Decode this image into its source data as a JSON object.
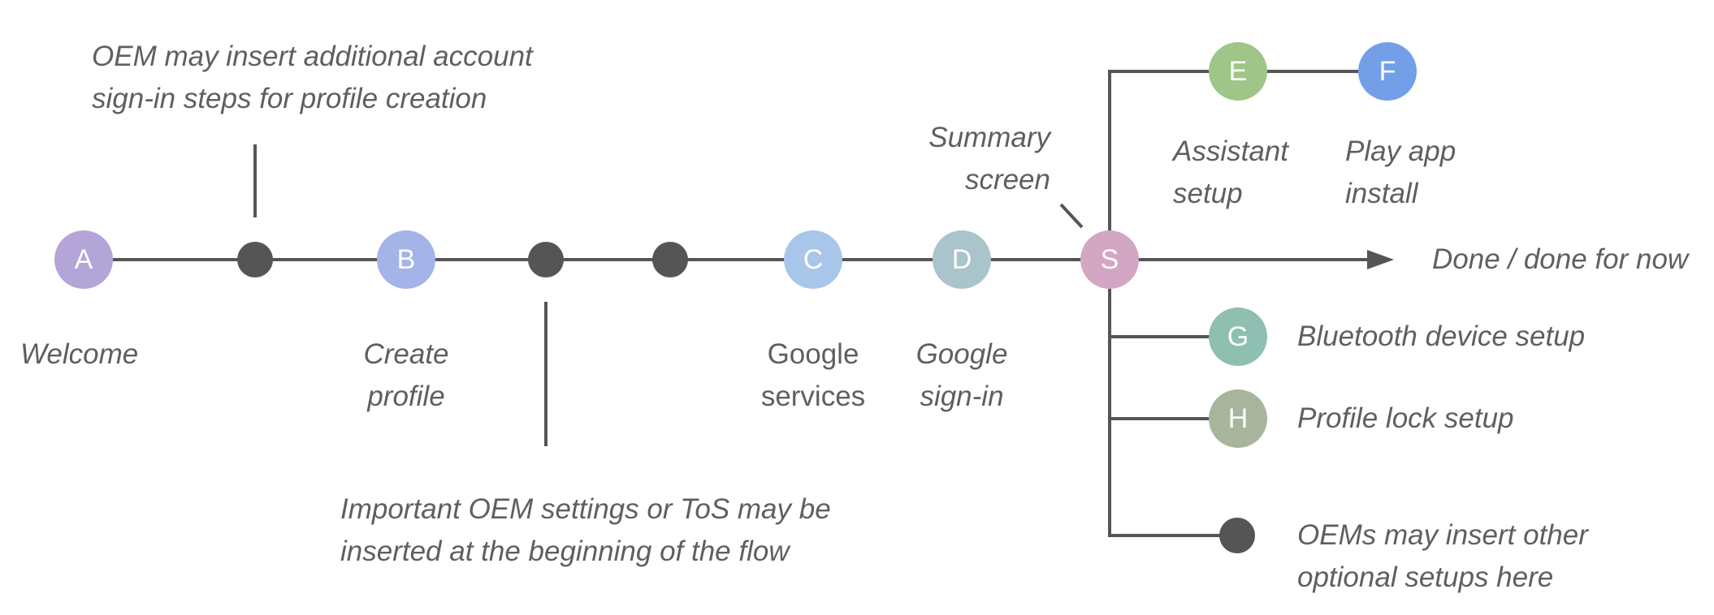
{
  "colors": {
    "line": "#555555",
    "text": "#5f5f5f",
    "marker": "#555555",
    "node_A": "#b3a5d8",
    "node_B": "#a4b3e8",
    "node_C": "#a8c6e9",
    "node_D": "#a9c4ca",
    "node_S": "#d3a6c3",
    "node_E": "#9fc688",
    "node_F": "#739fe8",
    "node_G": "#8ebfb1",
    "node_H": "#a8b59c"
  },
  "nodes": {
    "A": "A",
    "B": "B",
    "C": "C",
    "D": "D",
    "S": "S",
    "E": "E",
    "F": "F",
    "G": "G",
    "H": "H"
  },
  "labels": {
    "welcome": "Welcome",
    "create_profile": [
      "Create",
      "profile"
    ],
    "google_services": [
      "Google",
      "services"
    ],
    "google_signin": [
      "Google",
      "sign-in"
    ],
    "summary_screen": [
      "Summary",
      "screen"
    ],
    "assistant_setup": [
      "Assistant",
      "setup"
    ],
    "play_app_install": [
      "Play app",
      "install"
    ],
    "done": "Done / done for now",
    "bluetooth_setup": "Bluetooth device setup",
    "profile_lock_setup": "Profile lock setup",
    "oem_other_setups": [
      "OEMs may insert other",
      "optional setups here"
    ],
    "oem_signin_note": [
      "OEM may insert additional account",
      "sign-in steps for profile creation"
    ],
    "oem_settings_note": [
      "Important OEM settings or ToS may be",
      "inserted at the beginning of the flow"
    ]
  }
}
